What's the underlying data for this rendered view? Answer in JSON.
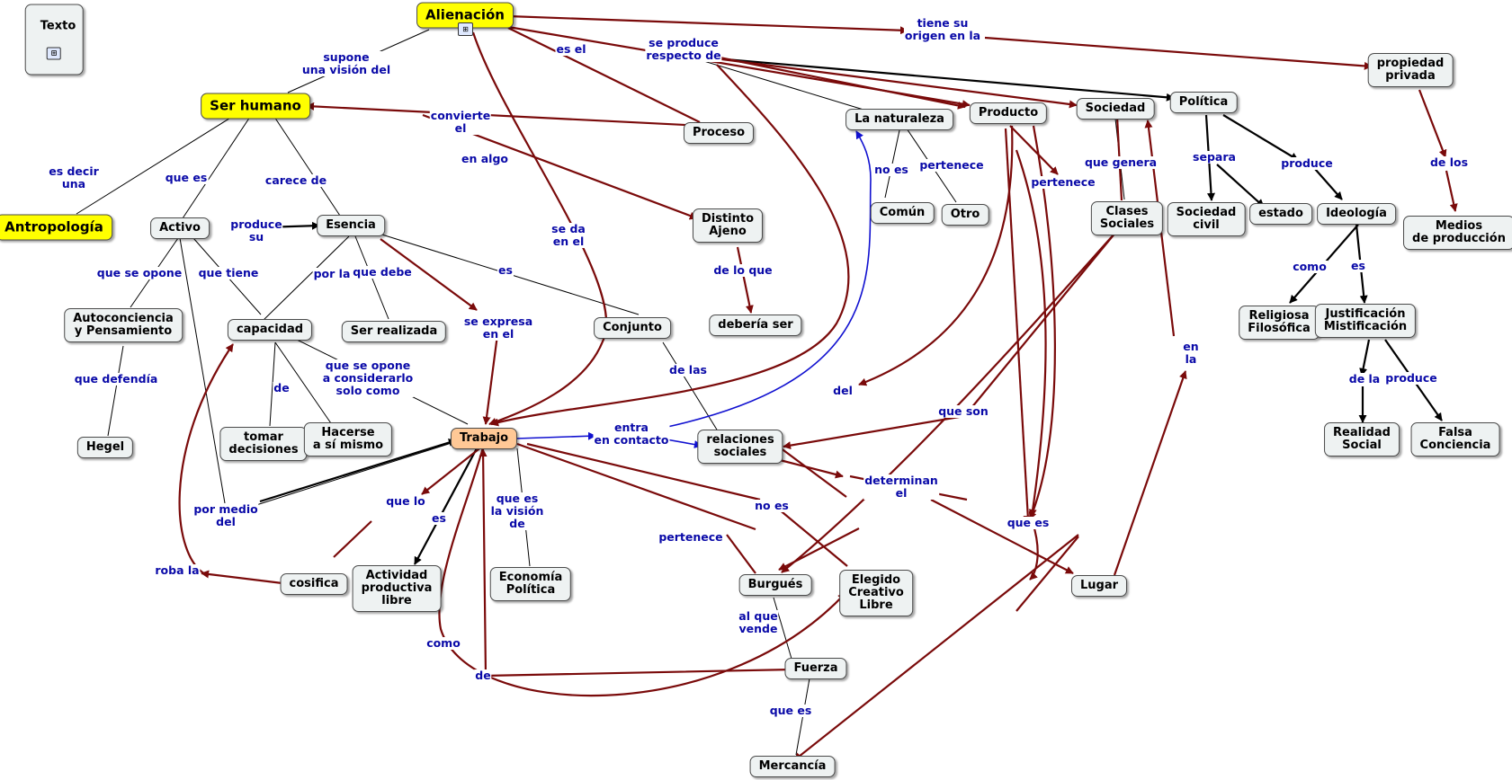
{
  "colors": {
    "dark_red": "#7a0a0a",
    "black": "#000000",
    "blue": "#1010d0",
    "label_blue": "#0a0aa8",
    "yellow": "#ffff00",
    "orange": "#ffc896",
    "node_bg": "#eef2f2"
  },
  "icons": {
    "link": "sitemap-icon"
  },
  "nodes": {
    "texto": "Texto",
    "alienacion": "Alienación",
    "ser_humano": "Ser humano",
    "antropologia": "Antropología",
    "activo": "Activo",
    "esencia": "Esencia",
    "proceso": "Proceso",
    "distinto_ajeno": "Distinto\nAjeno",
    "deberia_ser": "debería ser",
    "la_naturaleza": "La naturaleza",
    "producto": "Producto",
    "sociedad": "Sociedad",
    "politica": "Política",
    "propiedad_privada": "propiedad\nprivada",
    "comun": "Común",
    "otro": "Otro",
    "clases_sociales": "Clases\nSociales",
    "sociedad_civil": "Sociedad\ncivil",
    "estado": "estado",
    "ideologia": "Ideología",
    "medios_produccion": "Medios\nde producción",
    "autoconciencia": "Autoconciencia\ny Pensamiento",
    "capacidad": "capacidad",
    "ser_realizada": "Ser realizada",
    "conjunto": "Conjunto",
    "religiosa": "Religiosa\nFilosófica",
    "justificacion": "Justificación\nMistificación",
    "hegel": "Hegel",
    "tomar_decisiones": "tomar\ndecisiones",
    "hacerse": "Hacerse\na sí mismo",
    "trabajo": "Trabajo",
    "relaciones_sociales": "relaciones\nsociales",
    "realidad_social": "Realidad\nSocial",
    "falsa_conciencia": "Falsa\nConciencia",
    "cosifica": "cosifica",
    "actividad": "Actividad\nproductiva\nlibre",
    "economia": "Economía\nPolítica",
    "burgues": "Burgués",
    "elegido": "Elegido\nCreativo\nLibre",
    "lugar": "Lugar",
    "fuerza": "Fuerza",
    "mercancia": "Mercancía"
  },
  "labels": {
    "supone": "supone\nuna visión del",
    "es_el": "es el",
    "se_produce": "se produce\nrespecto de",
    "tiene_su_origen": "tiene su\norigen en la",
    "convierte": "convierte\nel",
    "en_algo": "en algo",
    "es_decir": "es decir\nuna",
    "que_es_1": "que es",
    "carece_de": "carece de",
    "se_da": "se da\nen el",
    "produce_su": "produce\nsu",
    "de_lo_que": "de lo que",
    "no_es": "no es",
    "pertenece_1": "pertenece",
    "que_genera": "que genera",
    "pertenece_2": "pertenece",
    "separa": "separa",
    "produce_1": "produce",
    "de_los": "de los",
    "que_se_opone_1": "que se opone",
    "que_tiene": "que tiene",
    "por_la": "por la",
    "que_debe": "que debe",
    "es_1": "es",
    "se_expresa": "se expresa\nen el",
    "como_1": "como",
    "es_2": "es",
    "en_la": "en\nla",
    "que_defendia": "que defendía",
    "que_se_opone_2": "que se opone\na considerarlo\nsolo como",
    "de_1": "de",
    "de_las": "de las",
    "del": "del",
    "que_son": "que son",
    "de_la": "de la",
    "produce_2": "produce",
    "entra": "entra\nen contacto",
    "por_medio": "por medio\ndel",
    "que_lo": "que lo",
    "es_3": "es",
    "que_es_vision": "que es\nla visión\nde",
    "no_es_2": "no es",
    "determinan": "determinan\nel",
    "que_es_2": "que es",
    "roba_la": "roba la",
    "pertenece_3": "pertenece",
    "al_que_vende": "al que\nvende",
    "como_2": "como",
    "de_2": "de",
    "que_es_3": "que es"
  }
}
